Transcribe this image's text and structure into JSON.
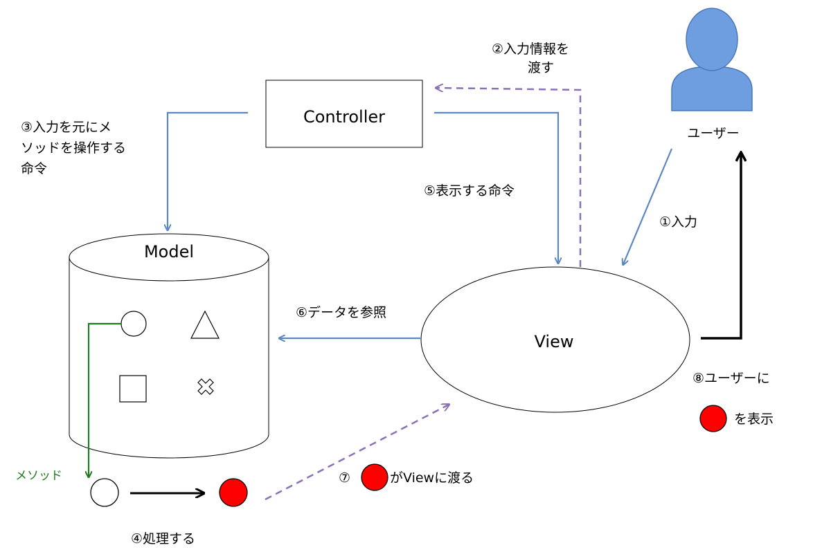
{
  "diagram": {
    "nodes": {
      "controller": "Controller",
      "view": "View",
      "model": "Model",
      "user": "ユーザー"
    },
    "steps": {
      "step1": "①入力",
      "step2_line1": "②入力情報を",
      "step2_line2": "渡す",
      "step3_line1": "③入力を元にメ",
      "step3_line2": "ソッドを操作する",
      "step3_line3": "命令",
      "step4": "④処理する",
      "step5": "⑤表示する命令",
      "step6": "⑥データを参照",
      "step7_num": "⑦",
      "step7_text": "がViewに渡る",
      "step8_line1": "⑧ユーザーに",
      "step8_line2": "を表示"
    },
    "method_label": "メソッド",
    "colors": {
      "blue_arrow": "#5b87c0",
      "purple_dashed": "#8a70b4",
      "green_method": "#1e7a1e",
      "red_dot": "#ff0000",
      "user_fill": "#6f9ee0",
      "black": "#000000"
    }
  }
}
